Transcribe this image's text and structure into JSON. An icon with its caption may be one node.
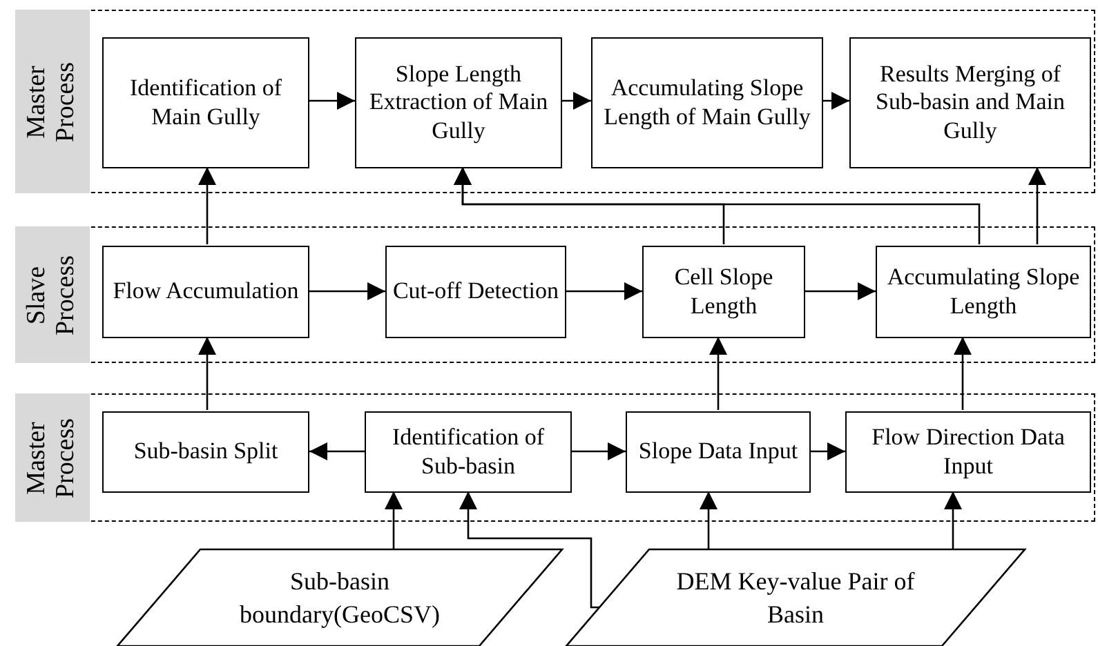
{
  "diagram": {
    "nodes": [
      {
        "text": [
          "Master Process"
        ]
      },
      {
        "text": [
          "Identification of Main Gully"
        ],
        "in": 0
      },
      {
        "text": [
          "Slope Length Extraction of Main Gully"
        ],
        "in": 0
      },
      {
        "text": [
          "Accumulating Slope Length of Main Gully"
        ],
        "in": 0
      },
      {
        "text": [
          "Results Merging of Sub-basin and Main Gully"
        ],
        "in": 0
      },
      {
        "text": [
          "Slave Process"
        ]
      },
      {
        "text": [
          "Flow Accumulation"
        ],
        "in": 5
      },
      {
        "text": [
          "Cut-off Detection"
        ],
        "in": 5
      },
      {
        "text": [
          "Cell Slope Length"
        ],
        "in": 5
      },
      {
        "text": [
          "Accumulating Slope Length"
        ],
        "in": 5
      },
      {
        "text": [
          "Master Process"
        ]
      },
      {
        "text": [
          "Sub-basin Split"
        ],
        "in": 10
      },
      {
        "text": [
          "Identification of Sub-basin"
        ],
        "in": 10
      },
      {
        "text": [
          "Slope Data Input"
        ],
        "in": 10
      },
      {
        "text": [
          "Flow Direction Data Input"
        ],
        "in": 10
      },
      {
        "text": [
          "Sub-basin boundary(GeoCSV)"
        ]
      },
      {
        "text": [
          "DEM Key-value Pair of Basin"
        ]
      }
    ],
    "edges": [
      {
        "from": 1,
        "to": 2,
        "arrow": "to"
      },
      {
        "from": 2,
        "to": 3,
        "arrow": "to"
      },
      {
        "from": 3,
        "to": 4,
        "arrow": "to"
      },
      {
        "from": 6,
        "to": 1,
        "arrow": "to"
      },
      {
        "from": 8,
        "to": 2,
        "arrow": "to"
      },
      {
        "from": 9,
        "to": 2,
        "arrow": "to"
      },
      {
        "from": 9,
        "to": 4,
        "arrow": "to"
      },
      {
        "from": 6,
        "to": 7,
        "arrow": "to"
      },
      {
        "from": 7,
        "to": 8,
        "arrow": "to"
      },
      {
        "from": 8,
        "to": 9,
        "arrow": "to"
      },
      {
        "from": 11,
        "to": 6,
        "arrow": "to"
      },
      {
        "from": 13,
        "to": 8,
        "arrow": "to"
      },
      {
        "from": 14,
        "to": 9,
        "arrow": "to"
      },
      {
        "from": 12,
        "to": 11,
        "arrow": "to"
      },
      {
        "from": 12,
        "to": 13,
        "arrow": "to"
      },
      {
        "from": 13,
        "to": 14,
        "arrow": "to"
      },
      {
        "from": 15,
        "to": 12,
        "arrow": "to"
      },
      {
        "from": 16,
        "to": 12,
        "arrow": "to"
      },
      {
        "from": 16,
        "to": 13,
        "arrow": "to"
      },
      {
        "from": 16,
        "to": 14,
        "arrow": "to"
      }
    ]
  }
}
